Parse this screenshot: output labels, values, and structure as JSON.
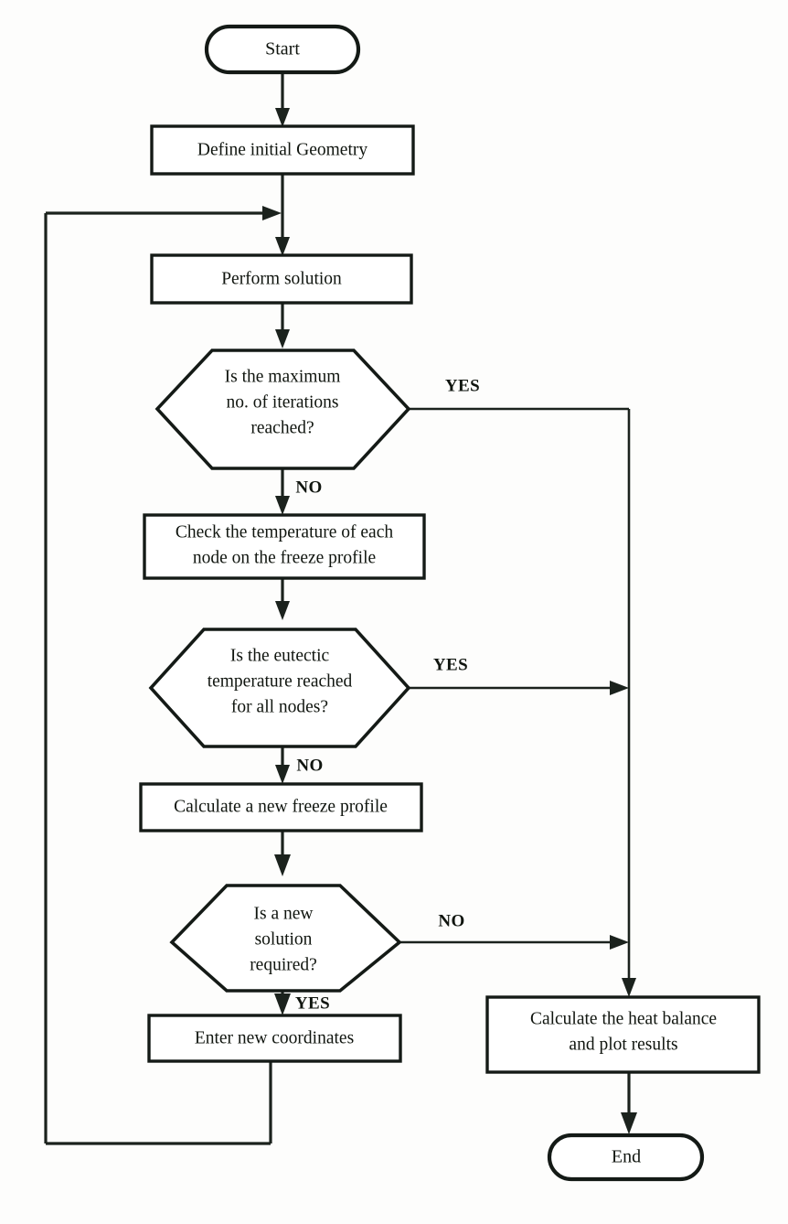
{
  "diagram": {
    "type": "flowchart",
    "title": "",
    "background_color": "#fdfdfc",
    "line_color": "#1b221d",
    "text_color": "#10150f",
    "nodes": [
      {
        "id": "start",
        "shape": "terminator",
        "label": "Start"
      },
      {
        "id": "geometry",
        "shape": "process",
        "label": "Define initial Geometry"
      },
      {
        "id": "solution",
        "shape": "process",
        "label": "Perform solution"
      },
      {
        "id": "max_iter",
        "shape": "decision",
        "line1": "Is the maximum",
        "line2": "no. of iterations",
        "line3": "reached?"
      },
      {
        "id": "check_temp",
        "shape": "process",
        "line1": "Check the temperature of each",
        "line2": "node on the freeze profile"
      },
      {
        "id": "eutectic",
        "shape": "decision",
        "line1": "Is the eutectic",
        "line2": "temperature reached",
        "line3": "for all nodes?"
      },
      {
        "id": "new_freeze",
        "shape": "process",
        "label": "Calculate a new freeze profile"
      },
      {
        "id": "new_soln",
        "shape": "decision",
        "line1": "Is a new",
        "line2": "solution",
        "line3": "required?"
      },
      {
        "id": "coords",
        "shape": "process",
        "label": "Enter new coordinates"
      },
      {
        "id": "heat_bal",
        "shape": "process",
        "line1": "Calculate the heat balance",
        "line2": "and plot results"
      },
      {
        "id": "end",
        "shape": "terminator",
        "label": "End"
      }
    ],
    "edges": [
      {
        "from": "start",
        "to": "geometry",
        "label": ""
      },
      {
        "from": "geometry",
        "to": "solution",
        "label": ""
      },
      {
        "from": "solution",
        "to": "max_iter",
        "label": ""
      },
      {
        "from": "max_iter",
        "to": "heat_bal",
        "label": "YES"
      },
      {
        "from": "max_iter",
        "to": "check_temp",
        "label": "NO"
      },
      {
        "from": "check_temp",
        "to": "eutectic",
        "label": ""
      },
      {
        "from": "eutectic",
        "to": "heat_bal",
        "label": "YES"
      },
      {
        "from": "eutectic",
        "to": "new_freeze",
        "label": "NO"
      },
      {
        "from": "new_freeze",
        "to": "new_soln",
        "label": ""
      },
      {
        "from": "new_soln",
        "to": "heat_bal",
        "label": "NO"
      },
      {
        "from": "new_soln",
        "to": "coords",
        "label": "YES"
      },
      {
        "from": "coords",
        "to": "solution",
        "label": ""
      },
      {
        "from": "heat_bal",
        "to": "end",
        "label": ""
      }
    ],
    "edge_labels": {
      "max_iter_yes": "YES",
      "max_iter_no": "NO",
      "eutectic_yes": "YES",
      "eutectic_no": "NO",
      "new_soln_no": "NO",
      "new_soln_yes": "YES"
    }
  }
}
